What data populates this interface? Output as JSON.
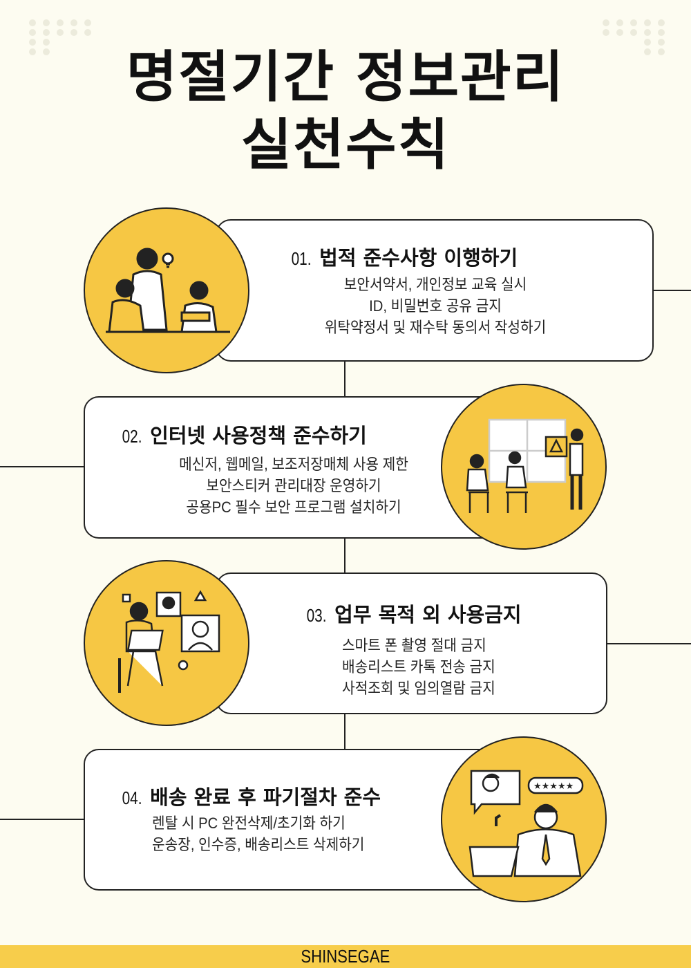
{
  "title": {
    "line1": "명절기간 정보관리",
    "line2": "실천수칙"
  },
  "sections": [
    {
      "num": "01.",
      "heading": "법적 준수사항 이행하기",
      "lines": [
        "보안서약서, 개인정보 교육 실시",
        "ID, 비밀번호 공유 금지",
        "위탁약정서 및 재수탁 동의서 작성하기"
      ],
      "illustration": "people-idea-illustration"
    },
    {
      "num": "02.",
      "heading": "인터넷 사용정책 준수하기",
      "lines": [
        "메신저, 웹메일, 보조저장매체 사용 제한",
        "보안스티커 관리대장 운영하기",
        "공용PC 필수 보안 프로그램 설치하기"
      ],
      "illustration": "team-presentation-illustration"
    },
    {
      "num": "03.",
      "heading": "업무 목적 외 사용금지",
      "lines": [
        "스마트 폰 촬영 절대 금지",
        "배송리스트 카톡 전송 금지",
        "사적조회 및 임의열람 금지"
      ],
      "illustration": "video-call-illustration"
    },
    {
      "num": "04.",
      "heading": "배송 완료 후 파기절차 준수",
      "lines": [
        "렌탈 시  PC 완전삭제/초기화 하기",
        "운송장, 인수증,  배송리스트 삭제하기"
      ],
      "illustration": "customer-review-illustration"
    }
  ],
  "footer": {
    "brand": "SHINSEGAE"
  },
  "colors": {
    "accent": "#f6c744",
    "footer": "#f7cd4b",
    "background": "#fdfcf1"
  }
}
